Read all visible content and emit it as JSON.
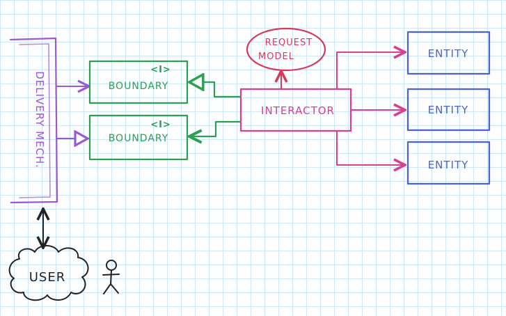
{
  "diagram": {
    "delivery_mechanism": {
      "label": "DELIVERY MECH."
    },
    "boundaries": [
      {
        "label": "BOUNDARY",
        "tag": "<I>"
      },
      {
        "label": "BOUNDARY",
        "tag": "<I>"
      }
    ],
    "interactor": {
      "label": "INTERACTOR"
    },
    "request_model": {
      "line1": "REQUEST",
      "line2": "MODEL"
    },
    "entities": [
      {
        "label": "ENTITY"
      },
      {
        "label": "ENTITY"
      },
      {
        "label": "ENTITY"
      }
    ],
    "user": {
      "label": "USER"
    }
  },
  "colors": {
    "delivery": "#9b59d0",
    "boundary": "#2e9e52",
    "interactor": "#d6408f",
    "request_model": "#d63a5a",
    "entity": "#4b62d1",
    "user": "#222222",
    "grid": "#cfe6f7"
  }
}
